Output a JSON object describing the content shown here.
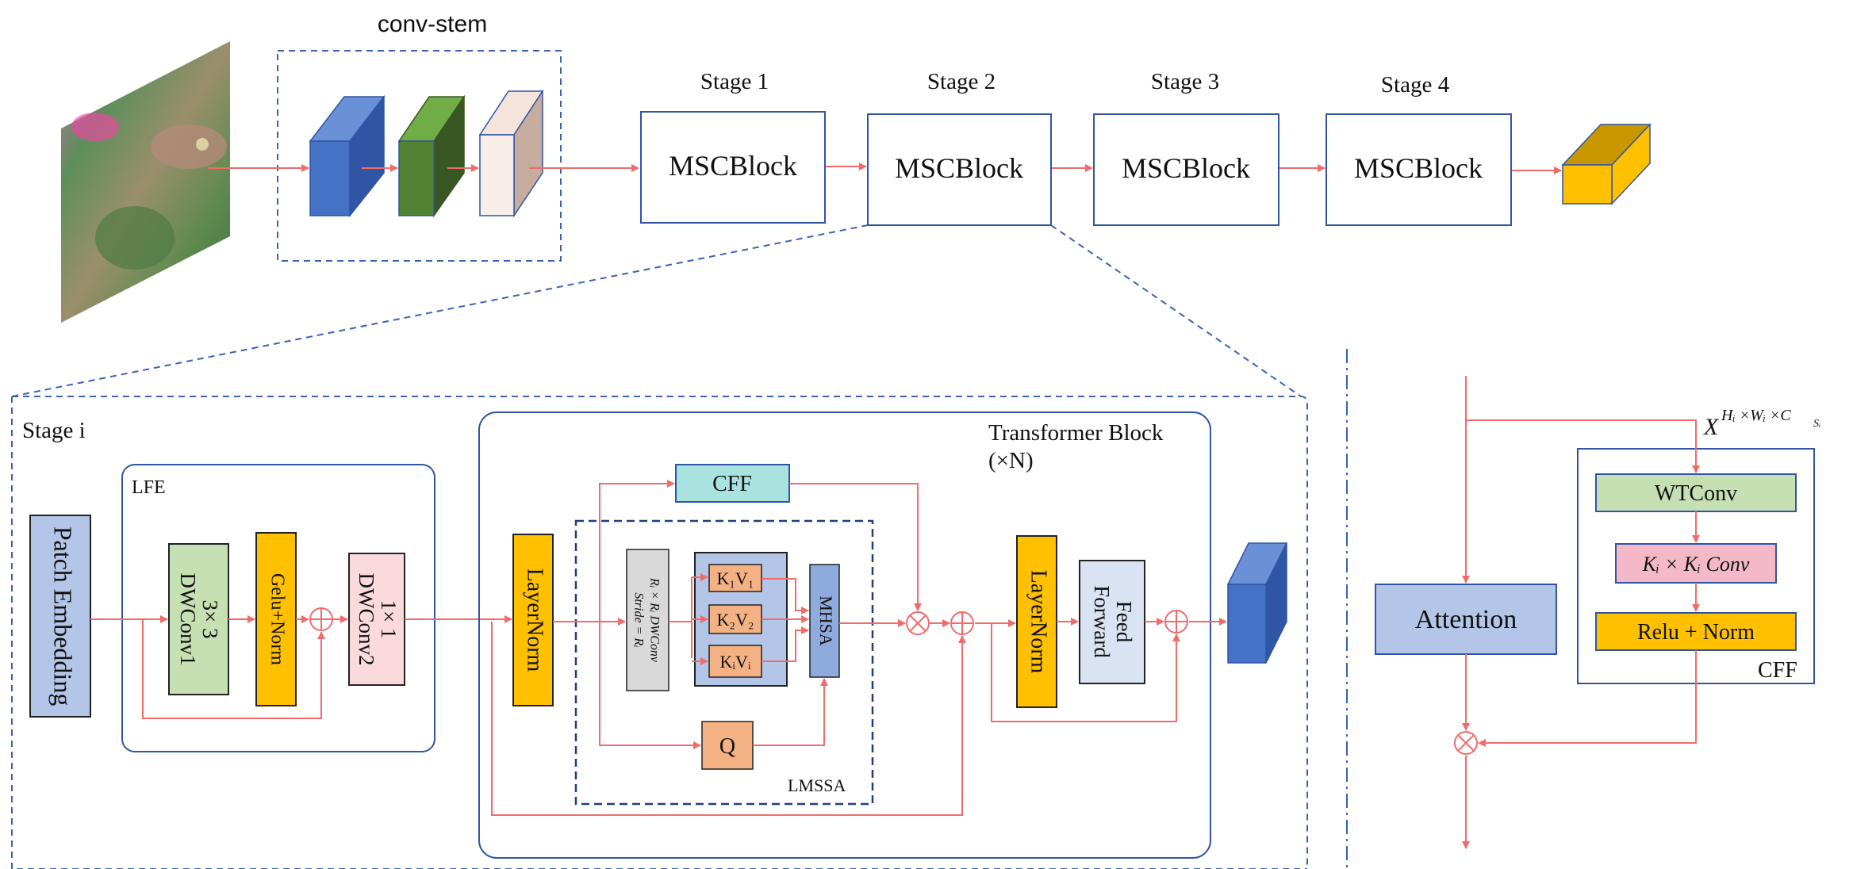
{
  "colors": {
    "arrow": "#f26b6b",
    "box_border": "#2f55a4",
    "dashed_border": "#3a62b5",
    "dark_dashed": "#1f3f7a",
    "patch_embedding": "#b4c6e7",
    "dwconv1": "#c6e0b4",
    "gelu_norm": "#ffc000",
    "dwconv2": "#fadadd",
    "layernorm": "#ffc000",
    "kv": "#f4b183",
    "mhsa": "#8faadc",
    "reduction": "#d9d9d9",
    "kv_group": "#b4c6e7",
    "cff": "#a9e3df",
    "feed_forward": "#dae3f3",
    "attention": "#b4c6e7",
    "wtconv": "#c6e0b4",
    "kconv": "#f4b8c8",
    "relu_norm": "#ffc000",
    "stem_blue": "#4472c4",
    "stem_green": "#548235",
    "stem_pink": "#e8d5cc",
    "output_cube": "#ffc000"
  },
  "top": {
    "conv_stem": "conv-stem",
    "stages": [
      {
        "title": "Stage 1",
        "block": "MSCBlock"
      },
      {
        "title": "Stage 2",
        "block": "MSCBlock"
      },
      {
        "title": "Stage 3",
        "block": "MSCBlock"
      },
      {
        "title": "Stage 4",
        "block": "MSCBlock"
      }
    ]
  },
  "stage_i": {
    "title": "Stage i",
    "patch_embedding": "Patch Embedding",
    "lfe": {
      "title": "LFE",
      "dwconv1": [
        "3× 3",
        "DWConv1"
      ],
      "gelu_norm": "Gelu+Norm",
      "dwconv2": [
        "1× 1",
        "DWConv2"
      ]
    },
    "transformer": {
      "title": "Transformer Block",
      "repeat": "(×N)",
      "layernorm1": "LayerNorm",
      "cff": "CFF",
      "lmssa": "LMSSA",
      "reduction": [
        "Rᵢ × Rᵢ DWConv",
        "Stride = Rᵢ"
      ],
      "kv": [
        "K₁V₁",
        "K₂V₂",
        "KᵢVᵢ"
      ],
      "mhsa": "MHSA",
      "q": "Q",
      "layernorm2": "LayerNorm",
      "feed_forward": [
        "Feed",
        "Forward"
      ]
    }
  },
  "cff_panel": {
    "input_label": "X",
    "input_superscript": "Hᵢ ×Wᵢ ×C",
    "input_sub": "Sᵢ",
    "attention": "Attention",
    "wtconv": "WTConv",
    "kconv": "Kᵢ × Kᵢ Conv",
    "relu_norm": "Relu + Norm",
    "title": "CFF"
  }
}
